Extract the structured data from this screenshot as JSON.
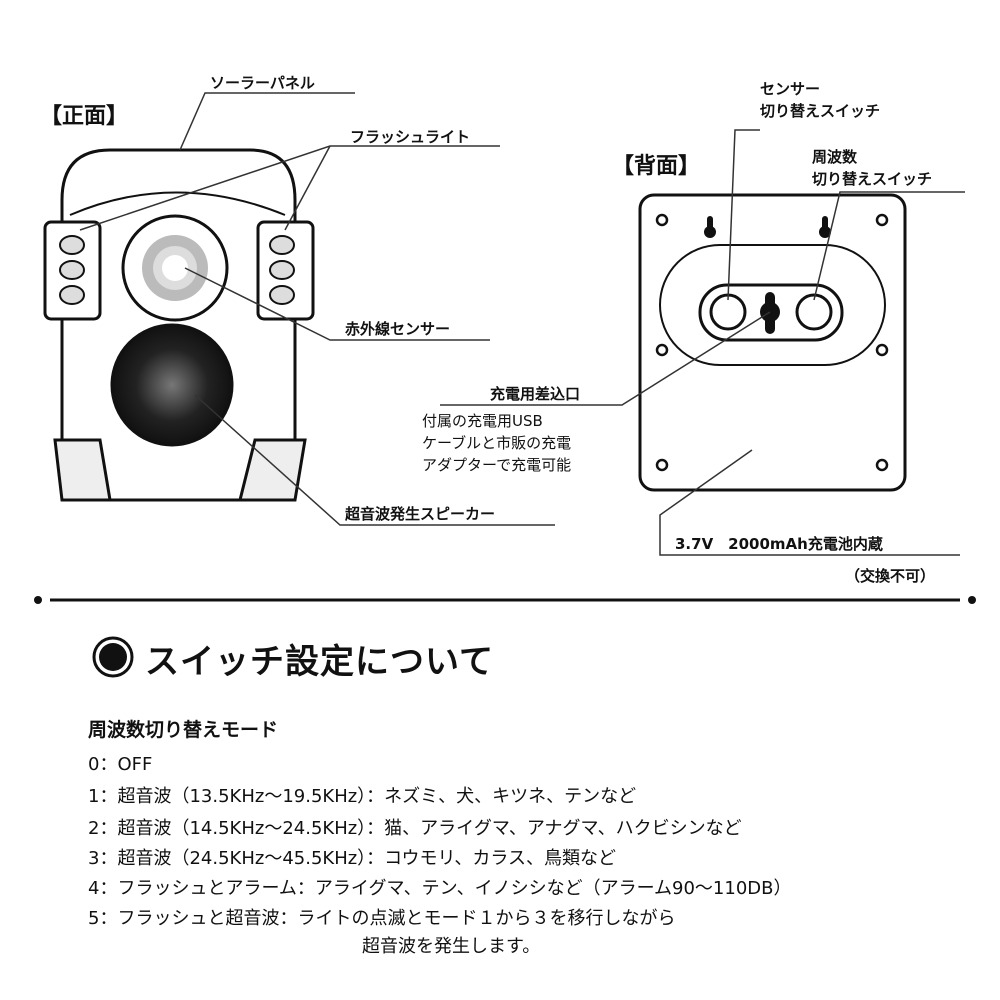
{
  "front": {
    "title": "【正面】",
    "labels": {
      "solar_panel": "ソーラーパネル",
      "flash_light": "フラッシュライト",
      "ir_sensor": "赤外線センサー",
      "speaker": "超音波発生スピーカー"
    }
  },
  "back": {
    "title": "【背面】",
    "labels": {
      "sensor_switch": [
        "センサー",
        "切り替えスイッチ"
      ],
      "freq_switch": [
        "周波数",
        "切り替えスイッチ"
      ],
      "charge_port": "充電用差込口",
      "charge_note": [
        "付属の充電用USB",
        "ケーブルと市販の充電",
        "アダプターで充電可能"
      ],
      "battery": "3.7V　2000mAh充電池内蔵",
      "battery_note": "（交換不可）"
    }
  },
  "switch_section": {
    "title": "スイッチ設定について",
    "mode_title": "周波数切り替えモード",
    "modes": [
      "0：OFF",
      "1：超音波（13.5KHz～19.5KHz）：ネズミ、犬、キツネ、テンなど",
      "2：超音波（14.5KHz～24.5KHz）：猫、アライグマ、アナグマ、ハクビシンなど",
      "3：超音波（24.5KHz～45.5KHz）：コウモリ、カラス、鳥類など",
      "4：フラッシュとアラーム：アライグマ、テン、イノシシなど（アラーム90～110DB）",
      "5：フラッシュと超音波：ライトの点滅とモード１から３を移行しながら"
    ],
    "mode5_cont": "超音波を発生します。"
  }
}
